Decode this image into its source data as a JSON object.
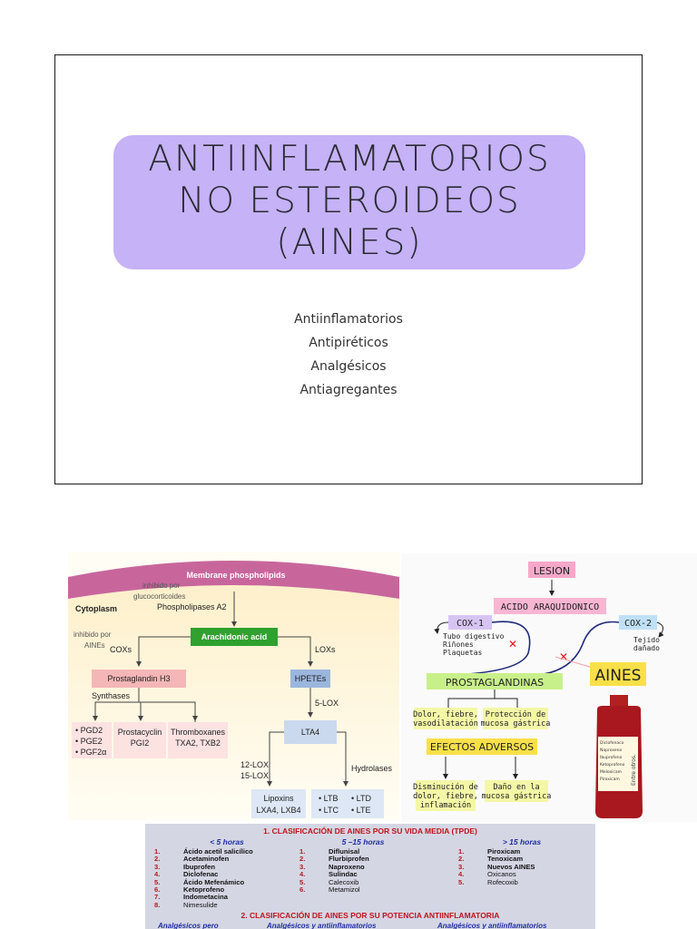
{
  "title": {
    "line1": "ANTIINFLAMATORIOS",
    "line2": "NO ESTEROIDEOS",
    "line3": "(AINES)"
  },
  "subtitles": [
    "Antiinflamatorios",
    "Antipiréticos",
    "Analgésicos",
    "Antiagregantes"
  ],
  "pathway": {
    "membrane": "Membrane phospholipids",
    "cytoplasm": "Cytoplasm",
    "inhib_gluco_1": "inhibido por",
    "inhib_gluco_2": "glucocorticoides",
    "phospholipase": "Phospholipases A2",
    "inhib_aines_1": "inhibido por",
    "inhib_aines_2": "AINEs",
    "coxs": "COXs",
    "arachidonic": "Arachidonic acid",
    "loxs": "LOXs",
    "prostaglandin_h3": "Prostaglandin H3",
    "hpetes": "HPETEs",
    "synthases": "Synthases",
    "five_lox": "5-LOX",
    "pgd2": "• PGD2",
    "pge2": "• PGE2",
    "pgf2a": "• PGF2α",
    "prostacyclin": "Prostacyclin",
    "pgi2": "PGI2",
    "thromboxanes": "Thromboxanes",
    "txa": "TXA2, TXB2",
    "lta4": "LTA4",
    "lox12": "12-LOX",
    "lox15": "15-LOX",
    "hydrolases": "Hydrolases",
    "lipoxins": "Lipoxins",
    "lxa": "LXA4, LXB4",
    "ltb": "• LTB",
    "ltd": "• LTD",
    "ltc": "• LTC",
    "lte": "• LTE"
  },
  "notes": {
    "lesion": "LESION",
    "acido": "ACIDO ARAQUIDONICO",
    "cox1": "COX-1",
    "cox1_items": [
      "Tubo digestivo",
      "Riñones",
      "Plaquetas"
    ],
    "cox2": "COX-2",
    "cox2_items": [
      "Tejido",
      "dañado"
    ],
    "prostaglandinas": "PROSTAGLANDINAS",
    "aines": "AINES",
    "dolor_1": "Dolor, fiebre,",
    "dolor_2": "vasodilatación",
    "prot_1": "Protección de",
    "prot_2": "mucosa gástrica",
    "efectos": "EFECTOS ADVERSOS",
    "dism_1": "Disminución de",
    "dism_2": "dolor, fiebre,",
    "dism_3": "inflamación",
    "dano_1": "Daño en la",
    "dano_2": "mucosa gástrica",
    "bottle_items": [
      "Diclofenaco",
      "Naproxeno",
      "Ibuprofeno",
      "Ketoprofeno",
      "Meloxicam",
      "Piroxicam"
    ],
    "entre_otros": "Entre otros."
  },
  "table": {
    "heading1": "1. CLASIFICACIÓN DE AINES POR SU VIDA MEDIA (TPDE)",
    "col1": {
      "head": "< 5 horas",
      "rows": [
        {
          "n": "1.",
          "t": "Ácido acetil salicílico"
        },
        {
          "n": "2.",
          "t": "Acetaminofen"
        },
        {
          "n": "3.",
          "t": "Ibuprofen"
        },
        {
          "n": "4.",
          "t": "Diclofenac"
        },
        {
          "n": "5.",
          "t": "Ácido Mefenámico"
        },
        {
          "n": "6.",
          "t": "Ketoprofeno"
        },
        {
          "n": "7.",
          "t": "Indometacina"
        },
        {
          "n": "8.",
          "t": "Nimesulide"
        }
      ]
    },
    "col2": {
      "head": "5 –15 horas",
      "rows": [
        {
          "n": "1.",
          "t": "Diflunisal"
        },
        {
          "n": "2.",
          "t": "Flurbiprofen"
        },
        {
          "n": "3.",
          "t": "Naproxeno"
        },
        {
          "n": "4.",
          "t": "Sulindac"
        },
        {
          "n": "5.",
          "t": "Calecoxib"
        },
        {
          "n": "6.",
          "t": "Metamizol"
        }
      ]
    },
    "col3": {
      "head": "> 15 horas",
      "rows": [
        {
          "n": "1.",
          "t": "Piroxicam"
        },
        {
          "n": "2.",
          "t": "Tenoxicam"
        },
        {
          "n": "3.",
          "t": "Nuevos AINES"
        },
        {
          "n": "4.",
          "t": "Oxicanos"
        },
        {
          "n": "5.",
          "t": "Rofecoxib"
        }
      ]
    },
    "heading2": "2. CLASIFICACIÓN DE AINES POR SU POTENCIA ANTIINFLAMATORIA",
    "sub2": [
      "Analgésicos pero",
      "Analgésicos y antiinflamatorios",
      "Analgésicos y antiinflamatorios"
    ]
  },
  "colors": {
    "title_pill": "#c5b2f7",
    "membrane": "#c8669c",
    "arachidonic": "#2fa12f",
    "prostaglandin": "#f4b6b6",
    "hpetes": "#9bb6dd",
    "table_heading": "#c0141b",
    "table_subhead": "#1d2fa3"
  }
}
